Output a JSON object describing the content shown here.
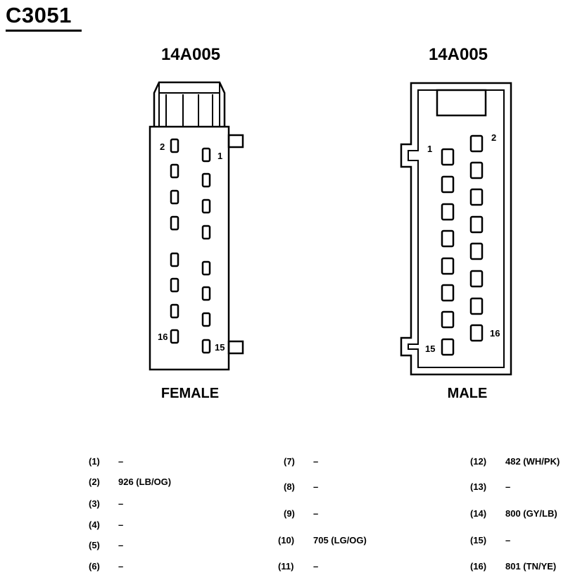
{
  "connector": {
    "title": "C3051",
    "female": {
      "part_number": "14A005",
      "label": "FEMALE"
    },
    "male": {
      "part_number": "14A005",
      "label": "MALE"
    }
  },
  "pin_callouts": {
    "female": {
      "pin1": "1",
      "pin2": "2",
      "pin15": "15",
      "pin16": "16"
    },
    "male": {
      "pin1": "1",
      "pin2": "2",
      "pin15": "15",
      "pin16": "16"
    }
  },
  "pinout": [
    {
      "pin": "(1)",
      "circuit": "–"
    },
    {
      "pin": "(2)",
      "circuit": "926 (LB/OG)"
    },
    {
      "pin": "(3)",
      "circuit": "–"
    },
    {
      "pin": "(4)",
      "circuit": "–"
    },
    {
      "pin": "(5)",
      "circuit": "–"
    },
    {
      "pin": "(6)",
      "circuit": "–"
    },
    {
      "pin": "(7)",
      "circuit": "–"
    },
    {
      "pin": "(8)",
      "circuit": "–"
    },
    {
      "pin": "(9)",
      "circuit": "–"
    },
    {
      "pin": "(10)",
      "circuit": "705 (LG/OG)"
    },
    {
      "pin": "(11)",
      "circuit": "–"
    },
    {
      "pin": "(12)",
      "circuit": "482 (WH/PK)"
    },
    {
      "pin": "(13)",
      "circuit": "–"
    },
    {
      "pin": "(14)",
      "circuit": "800 (GY/LB)"
    },
    {
      "pin": "(15)",
      "circuit": "–"
    },
    {
      "pin": "(16)",
      "circuit": "801 (TN/YE)"
    }
  ]
}
